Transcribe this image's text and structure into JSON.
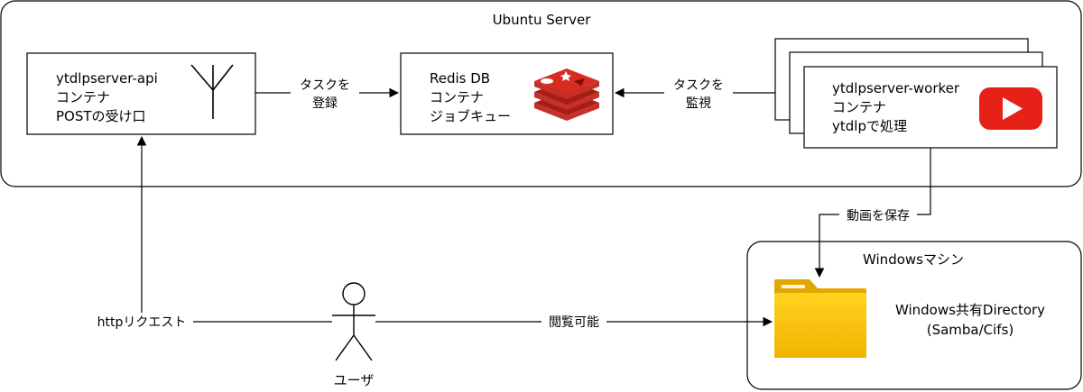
{
  "ubuntu_server": {
    "title": "Ubuntu Server"
  },
  "api_box": {
    "line1": "ytdlpserver-api",
    "line2": "コンテナ",
    "line3": "POSTの受け口"
  },
  "redis_box": {
    "line1": "Redis DB",
    "line2": "コンテナ",
    "line3": "ジョブキュー"
  },
  "worker_box": {
    "line1": "ytdlpserver-worker",
    "line2": "コンテナ",
    "line3": "ytdlpで処理"
  },
  "edge_register": {
    "line1": "タスクを",
    "line2": "登録"
  },
  "edge_monitor": {
    "line1": "タスクを",
    "line2": "監視"
  },
  "edge_save": {
    "label": "動画を保存"
  },
  "windows_machine": {
    "title": "Windowsマシン"
  },
  "shared_dir": {
    "line1": "Windows共有Directory",
    "line2": "(Samba/Cifs)"
  },
  "user": {
    "label": "ユーザ"
  },
  "edge_http": {
    "label": "httpリクエスト"
  },
  "edge_browse": {
    "label": "閲覧可能"
  },
  "colors": {
    "stroke": "#000000",
    "redis_red": "#c6302b",
    "redis_dark": "#a41e11",
    "youtube_red": "#e62117",
    "folder_yellow": "#f5c400",
    "folder_tab": "#e0a800"
  },
  "icons": [
    "antenna-icon",
    "redis-icon",
    "youtube-icon",
    "folder-icon",
    "stick-figure-icon"
  ]
}
